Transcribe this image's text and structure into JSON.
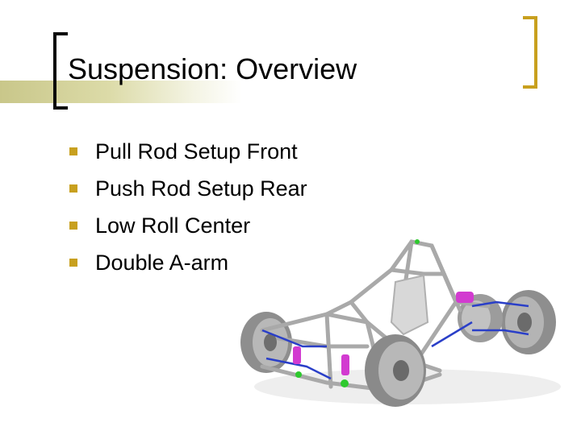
{
  "slide": {
    "title": "Suspension: Overview",
    "bullets": [
      "Pull Rod Setup Front",
      "Push Rod Setup Rear",
      "Low Roll Center",
      "Double A-arm"
    ]
  },
  "colors": {
    "accent_gold": "#c8a01e",
    "title_band": "#d6d4a0",
    "text": "#000000"
  },
  "image": {
    "subject": "car-chassis-suspension-render-icon"
  }
}
